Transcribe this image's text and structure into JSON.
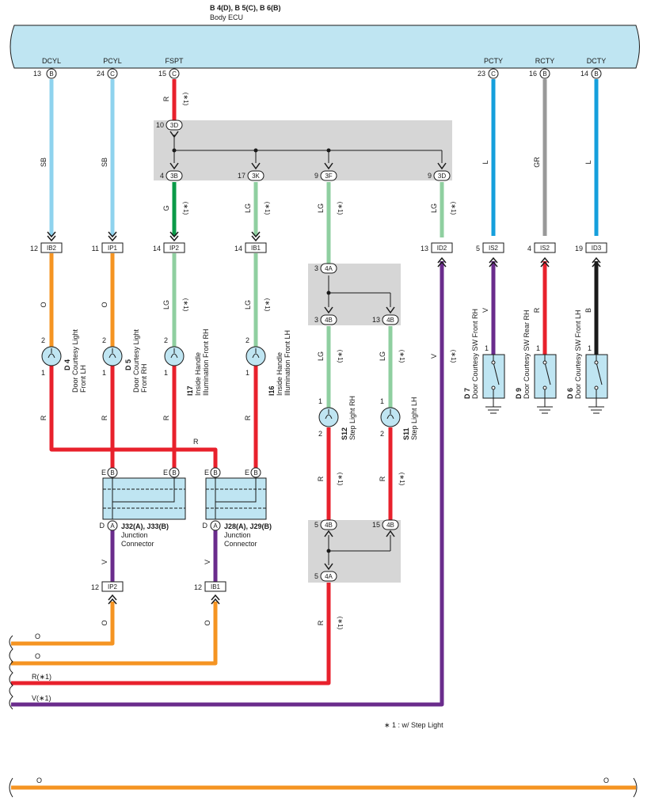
{
  "ecu": {
    "header": "B 4(D), B 5(C), B 6(B)",
    "name": "Body ECU",
    "pins": [
      {
        "label": "DCYL",
        "num": "13",
        "conn": "B"
      },
      {
        "label": "PCYL",
        "num": "24",
        "conn": "C"
      },
      {
        "label": "FSPT",
        "num": "15",
        "conn": "C"
      },
      {
        "label": "PCTY",
        "num": "23",
        "conn": "C"
      },
      {
        "label": "RCTY",
        "num": "16",
        "conn": "B"
      },
      {
        "label": "DCTY",
        "num": "14",
        "conn": "B"
      }
    ]
  },
  "wire_labels": {
    "sb": "SB",
    "r": "R",
    "star1": "(∗1)",
    "g": "G",
    "lg": "LG",
    "l": "L",
    "gr": "GR",
    "o": "O",
    "v": "V",
    "b": "B"
  },
  "junction_top": {
    "in": {
      "num": "10",
      "conn": "3D"
    },
    "outs": [
      {
        "num": "4",
        "conn": "3B"
      },
      {
        "num": "17",
        "conn": "3K"
      },
      {
        "num": "9",
        "conn": "3F"
      },
      {
        "num": "9",
        "conn": "3D"
      }
    ]
  },
  "inline_connectors": [
    {
      "num": "12",
      "name": "IB2"
    },
    {
      "num": "11",
      "name": "IP1"
    },
    {
      "num": "14",
      "name": "IP2"
    },
    {
      "num": "14",
      "name": "IB1"
    },
    {
      "num": "13",
      "name": "ID2"
    },
    {
      "num": "5",
      "name": "IS2"
    },
    {
      "num": "4",
      "name": "IS2"
    },
    {
      "num": "19",
      "name": "ID3"
    }
  ],
  "junction_mid": {
    "in": {
      "num": "3",
      "conn": "4A"
    },
    "outs": [
      {
        "num": "3",
        "conn": "4B"
      },
      {
        "num": "13",
        "conn": "4B"
      }
    ]
  },
  "lamps": [
    {
      "code": "D 4",
      "desc1": "Door Courtesy Light",
      "desc2": "Front LH",
      "pin_top": "2",
      "pin_bot": "1"
    },
    {
      "code": "D 5",
      "desc1": "Door Courtesy Light",
      "desc2": "Front RH",
      "pin_top": "2",
      "pin_bot": "1"
    },
    {
      "code": "I17",
      "desc1": "Inside Handle",
      "desc2": "Illumination Front RH",
      "pin_top": "2",
      "pin_bot": "1"
    },
    {
      "code": "I16",
      "desc1": "Inside Handle",
      "desc2": "Illumination Front LH",
      "pin_top": "2",
      "pin_bot": "1"
    },
    {
      "code": "S12",
      "desc1": "Step Light RH",
      "desc2": "",
      "pin_top": "1",
      "pin_bot": "2"
    },
    {
      "code": "S11",
      "desc1": "Step Light LH",
      "desc2": "",
      "pin_top": "1",
      "pin_bot": "2"
    }
  ],
  "switches": [
    {
      "code": "D 7",
      "desc": "Door Courtesy SW Front RH",
      "pin": "1"
    },
    {
      "code": "D 9",
      "desc": "Door Courtesy SW Rear RH",
      "pin": "1"
    },
    {
      "code": "D 6",
      "desc": "Door Courtesy SW Front LH",
      "pin": "1"
    }
  ],
  "junction_connectors": [
    {
      "name": "J32(A), J33(B)",
      "desc1": "Junction",
      "desc2": "Connector",
      "e1": "E",
      "e2": "E",
      "b": "B",
      "d": "D",
      "a": "A"
    },
    {
      "name": "J28(A), J29(B)",
      "desc1": "Junction",
      "desc2": "Connector",
      "e1": "E",
      "e2": "E",
      "b": "B",
      "d": "D",
      "a": "A"
    }
  ],
  "junction_bottom": {
    "ins": [
      {
        "num": "5",
        "conn": "4B"
      },
      {
        "num": "15",
        "conn": "4B"
      }
    ],
    "out": {
      "num": "5",
      "conn": "4A"
    }
  },
  "bottom_connectors": [
    {
      "num": "12",
      "name": "IP2"
    },
    {
      "num": "12",
      "name": "IB1"
    }
  ],
  "bus_labels": [
    "O",
    "O",
    "R(∗1)",
    "V(∗1)"
  ],
  "bottom_bus": {
    "left": "O",
    "right": "O"
  },
  "footnote": "∗ 1 : w/ Step Light",
  "colors": {
    "ecu_fill": "#bfe5f2",
    "sb": "#8fd3ee",
    "red": "#e8212c",
    "green": "#0a9a47",
    "lg": "#8fcfa0",
    "blue": "#159fdc",
    "gray": "#999999",
    "black": "#1a1a1a",
    "orange": "#f59422",
    "purple": "#6a2c8c",
    "junction_fill": "#d6d6d6",
    "lamp_fill": "#bfe5f2"
  }
}
